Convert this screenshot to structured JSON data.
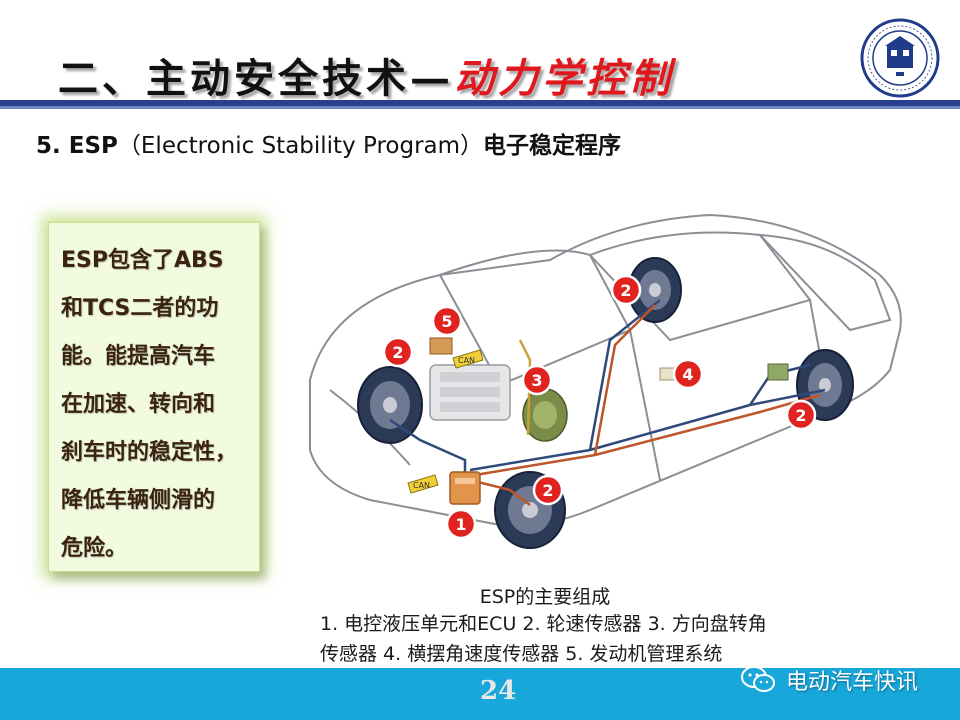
{
  "header": {
    "title_black": "二、主动安全技术—",
    "title_red": "动力学控制"
  },
  "subtitle": {
    "number": "5. ESP",
    "english": "（Electronic Stability Program）",
    "chinese": "电子稳定程序"
  },
  "callout": {
    "lines": [
      "ESP包含了ABS",
      "和TCS二者的功",
      "能。能提高汽车",
      "在加速、转向和",
      "刹车时的稳定性，",
      "降低车辆侧滑的",
      "危险。"
    ]
  },
  "diagram": {
    "markers": [
      "1",
      "2",
      "2",
      "2",
      "2",
      "3",
      "4",
      "5"
    ],
    "can_labels": [
      "CAN",
      "CAN"
    ]
  },
  "caption": {
    "title": "ESP的主要组成",
    "line1": "1. 电控液压单元和ECU  2. 轮速传感器  3. 方向盘转角",
    "line2": "传感器  4. 横摆角速度传感器  5. 发动机管理系统"
  },
  "footer": {
    "page_number": "24",
    "watermark": "电动汽车快讯"
  },
  "colors": {
    "title_red": "#e0181d",
    "rule_blue": "#2a3f8f",
    "footer_cyan": "#17a7db",
    "marker_red": "#e0231f",
    "callout_bg": "#f2fae0"
  }
}
